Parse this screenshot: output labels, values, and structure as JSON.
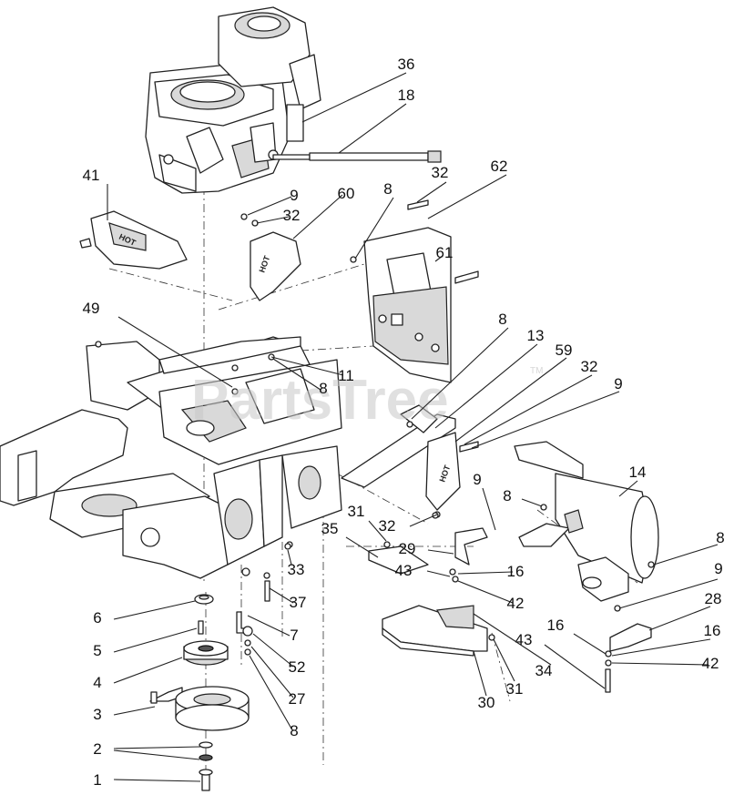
{
  "diagram": {
    "watermark": "PartsTree",
    "watermark_tm": "TM",
    "part_stamp": "HOT",
    "callouts": [
      {
        "id": "c36",
        "label": "36"
      },
      {
        "id": "c18",
        "label": "18"
      },
      {
        "id": "c41",
        "label": "41"
      },
      {
        "id": "c9a",
        "label": "9"
      },
      {
        "id": "c32a",
        "label": "32"
      },
      {
        "id": "c60",
        "label": "60"
      },
      {
        "id": "c8a",
        "label": "8"
      },
      {
        "id": "c32b",
        "label": "32"
      },
      {
        "id": "c62",
        "label": "62"
      },
      {
        "id": "c61",
        "label": "61"
      },
      {
        "id": "c49",
        "label": "49"
      },
      {
        "id": "c8b",
        "label": "8"
      },
      {
        "id": "c13",
        "label": "13"
      },
      {
        "id": "c59",
        "label": "59"
      },
      {
        "id": "c32c",
        "label": "32"
      },
      {
        "id": "c9b",
        "label": "9"
      },
      {
        "id": "c11",
        "label": "11"
      },
      {
        "id": "c8c",
        "label": "8"
      },
      {
        "id": "c14",
        "label": "14"
      },
      {
        "id": "c9c",
        "label": "9"
      },
      {
        "id": "c8d",
        "label": "8"
      },
      {
        "id": "c31a",
        "label": "31"
      },
      {
        "id": "c32d",
        "label": "32"
      },
      {
        "id": "c35",
        "label": "35"
      },
      {
        "id": "c29",
        "label": "29"
      },
      {
        "id": "c43a",
        "label": "43"
      },
      {
        "id": "c16a",
        "label": "16"
      },
      {
        "id": "c42a",
        "label": "42"
      },
      {
        "id": "c8e",
        "label": "8"
      },
      {
        "id": "c33",
        "label": "33"
      },
      {
        "id": "c37",
        "label": "37"
      },
      {
        "id": "c6",
        "label": "6"
      },
      {
        "id": "c5",
        "label": "5"
      },
      {
        "id": "c7",
        "label": "7"
      },
      {
        "id": "c52",
        "label": "52"
      },
      {
        "id": "c4",
        "label": "4"
      },
      {
        "id": "c27",
        "label": "27"
      },
      {
        "id": "c3",
        "label": "3"
      },
      {
        "id": "c8f",
        "label": "8"
      },
      {
        "id": "c2",
        "label": "2"
      },
      {
        "id": "c1",
        "label": "1"
      },
      {
        "id": "c9d",
        "label": "9"
      },
      {
        "id": "c28",
        "label": "28"
      },
      {
        "id": "c16b",
        "label": "16"
      },
      {
        "id": "c43b",
        "label": "43"
      },
      {
        "id": "c16c",
        "label": "16"
      },
      {
        "id": "c42b",
        "label": "42"
      },
      {
        "id": "c34",
        "label": "34"
      },
      {
        "id": "c31b",
        "label": "31"
      },
      {
        "id": "c30",
        "label": "30"
      }
    ]
  }
}
